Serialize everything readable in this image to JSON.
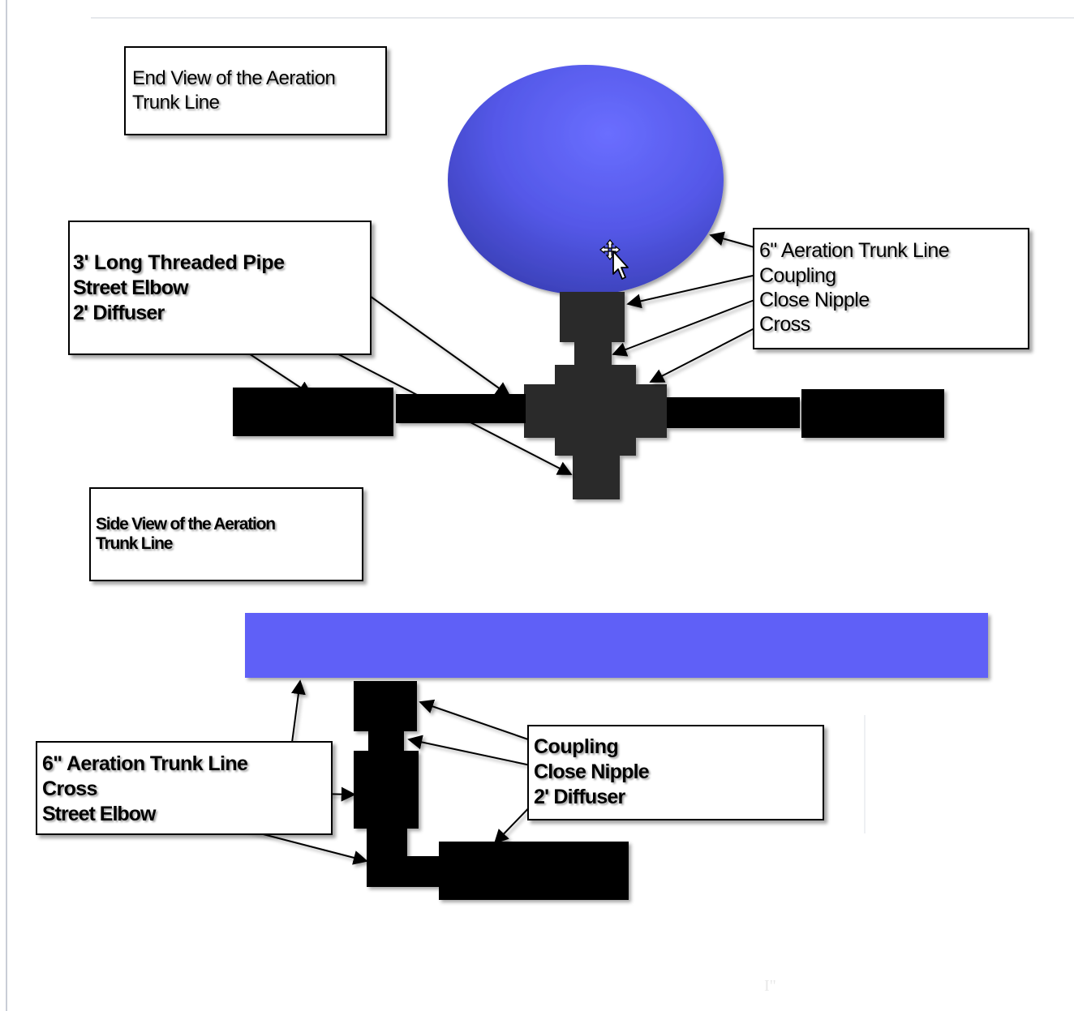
{
  "end_view": {
    "title_lines": [
      "End View of the Aeration",
      "Trunk Line"
    ],
    "right_callout": [
      "6\" Aeration Trunk Line",
      "Coupling",
      "Close Nipple",
      "Cross"
    ],
    "left_callout": [
      "3' Long Threaded Pipe",
      "Street Elbow",
      "2' Diffuser"
    ]
  },
  "side_view": {
    "title_lines": [
      "Side View of the Aeration",
      "Trunk Line"
    ],
    "left_callout": [
      "6\" Aeration Trunk Line",
      "Cross",
      "Street Elbow"
    ],
    "right_callout": [
      "Coupling",
      "Close Nipple",
      "2' Diffuser"
    ]
  },
  "colors": {
    "trunk_blue": "#5f61f7",
    "trunk_blue_light": "#7173ff",
    "trunk_blue_dark": "#3f46c6",
    "fitting_dark": "#222222",
    "fitting_black": "#000000"
  },
  "icons": [
    "move-cursor-icon"
  ]
}
